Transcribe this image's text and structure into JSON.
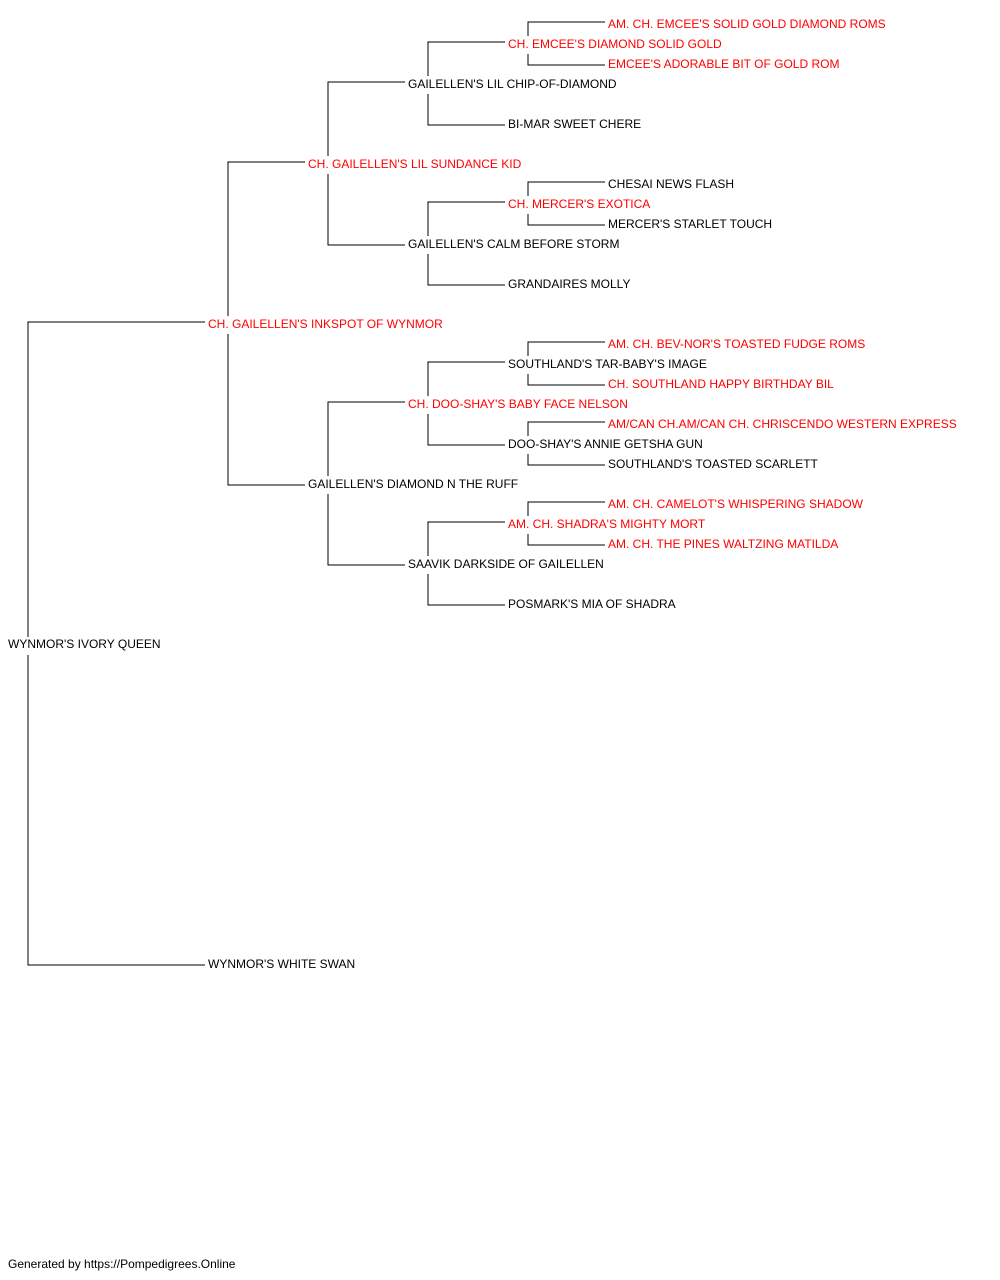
{
  "colors": {
    "champion": "#ff0000",
    "regular": "#000000",
    "line": "#000000"
  },
  "pedigree": {
    "root": {
      "name": "WYNMOR'S IVORY QUEEN",
      "champion": false
    },
    "sire": {
      "name": "CH. GAILELLEN'S INKSPOT OF WYNMOR",
      "champion": true
    },
    "dam": {
      "name": "WYNMOR'S WHITE SWAN",
      "champion": false
    },
    "ss": {
      "name": "CH. GAILELLEN'S LIL SUNDANCE KID",
      "champion": true
    },
    "sd": {
      "name": "GAILELLEN'S DIAMOND N THE RUFF",
      "champion": false
    },
    "sss": {
      "name": "GAILELLEN'S LIL CHIP-OF-DIAMOND",
      "champion": false
    },
    "ssd": {
      "name": "GAILELLEN'S CALM BEFORE STORM",
      "champion": false
    },
    "sds": {
      "name": "CH. DOO-SHAY'S BABY FACE NELSON",
      "champion": true
    },
    "sdd": {
      "name": "SAAVIK DARKSIDE OF GAILELLEN",
      "champion": false
    },
    "ssss": {
      "name": "CH. EMCEE'S DIAMOND SOLID GOLD",
      "champion": true
    },
    "sssd": {
      "name": "BI-MAR SWEET CHERE",
      "champion": false
    },
    "ssds": {
      "name": "CH. MERCER'S EXOTICA",
      "champion": true
    },
    "ssdd": {
      "name": "GRANDAIRES MOLLY",
      "champion": false
    },
    "sdss": {
      "name": "SOUTHLAND'S TAR-BABY'S IMAGE",
      "champion": false
    },
    "sdsd": {
      "name": "DOO-SHAY'S ANNIE GETSHA GUN",
      "champion": false
    },
    "sdds": {
      "name": "AM. CH. SHADRA'S MIGHTY MORT",
      "champion": true
    },
    "sddd": {
      "name": "POSMARK'S MIA OF SHADRA",
      "champion": false
    },
    "sssss": {
      "name": "AM. CH. EMCEE'S SOLID GOLD DIAMOND ROMS",
      "champion": true
    },
    "ssssd": {
      "name": "EMCEE'S ADORABLE BIT OF GOLD ROM",
      "champion": true
    },
    "ssdss": {
      "name": "CHESAI NEWS FLASH",
      "champion": false
    },
    "ssdsd": {
      "name": "MERCER'S STARLET TOUCH",
      "champion": false
    },
    "sdsss": {
      "name": "AM. CH. BEV-NOR'S TOASTED FUDGE ROMS",
      "champion": true
    },
    "sdssd": {
      "name": "CH. SOUTHLAND HAPPY BIRTHDAY BIL",
      "champion": true
    },
    "sdsds": {
      "name": "AM/CAN CH.AM/CAN CH. CHRISCENDO WESTERN EXPRESS",
      "champion": true
    },
    "sdsdd": {
      "name": "SOUTHLAND'S TOASTED SCARLETT",
      "champion": false
    },
    "sddss": {
      "name": "AM. CH. CAMELOT'S WHISPERING SHADOW",
      "champion": true
    },
    "sddsd": {
      "name": "AM. CH. THE PINES WALTZING MATILDA",
      "champion": true
    }
  },
  "footer": {
    "text": "Generated by https://Pompedigrees.Online"
  }
}
